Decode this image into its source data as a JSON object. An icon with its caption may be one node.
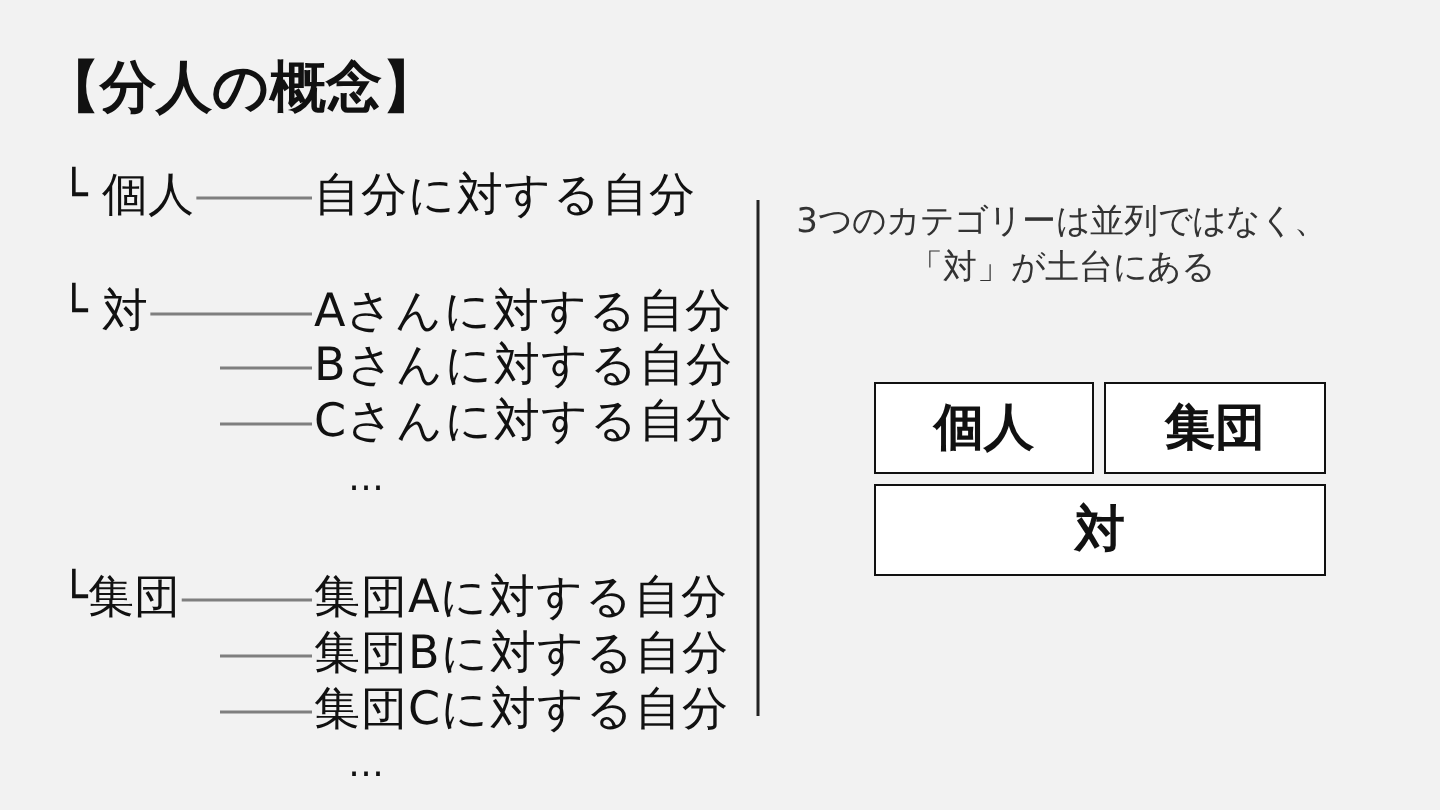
{
  "diagram": {
    "title": "【分人の概念】",
    "nodes": [
      {
        "text": [
          "└ 個人"
        ]
      },
      {
        "text": [
          "自分に対する自分"
        ]
      },
      {
        "text": [
          "└ 対"
        ]
      },
      {
        "text": [
          "Aさんに対する自分"
        ]
      },
      {
        "text": [
          "Bさんに対する自分"
        ]
      },
      {
        "text": [
          "Cさんに対する自分"
        ]
      },
      {
        "text": [
          "└集団"
        ]
      },
      {
        "text": [
          "集団Aに対する自分"
        ]
      },
      {
        "text": [
          "集団Bに対する自分"
        ]
      },
      {
        "text": [
          "集団Cに対する自分"
        ]
      },
      {
        "text": [
          "個人"
        ]
      },
      {
        "text": [
          "集団"
        ]
      },
      {
        "text": [
          "対"
        ]
      }
    ],
    "edges": [
      {
        "from": 0,
        "to": 1,
        "arrow": "none"
      },
      {
        "from": 2,
        "to": 3,
        "arrow": "none"
      },
      {
        "from": null,
        "to": 4,
        "arrow": "none"
      },
      {
        "from": null,
        "to": 5,
        "arrow": "none"
      },
      {
        "from": 6,
        "to": 7,
        "arrow": "none"
      },
      {
        "from": null,
        "to": 8,
        "arrow": "none"
      },
      {
        "from": null,
        "to": 9,
        "arrow": "none"
      }
    ],
    "labels": [
      "…",
      "…",
      "3つのカテゴリーは並列ではなく、「対」が土台にある"
    ]
  }
}
